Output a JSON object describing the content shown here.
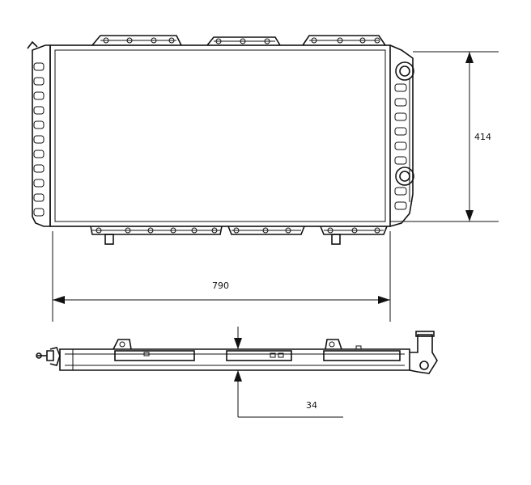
{
  "dimensions": {
    "width_label": "790",
    "height_label": "414",
    "thickness_label": "34"
  }
}
